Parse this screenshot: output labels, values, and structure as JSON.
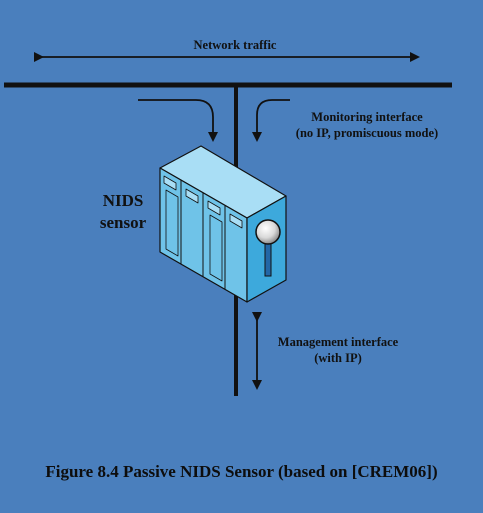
{
  "diagram": {
    "network_label": "Network traffic",
    "monitoring_label_line1": "Monitoring interface",
    "monitoring_label_line2": "(no IP, promiscuous mode)",
    "sensor_label_line1": "NIDS",
    "sensor_label_line2": "sensor",
    "management_label_line1": "Management interface",
    "management_label_line2": "(with IP)",
    "caption": "Figure 8.4  Passive NIDS Sensor (based on [CREM06])"
  },
  "colors": {
    "background": "#4a7fbd",
    "line": "#111111",
    "server_front": "#6fc3e8",
    "server_top": "#a9def5",
    "server_side": "#3da9dc"
  }
}
